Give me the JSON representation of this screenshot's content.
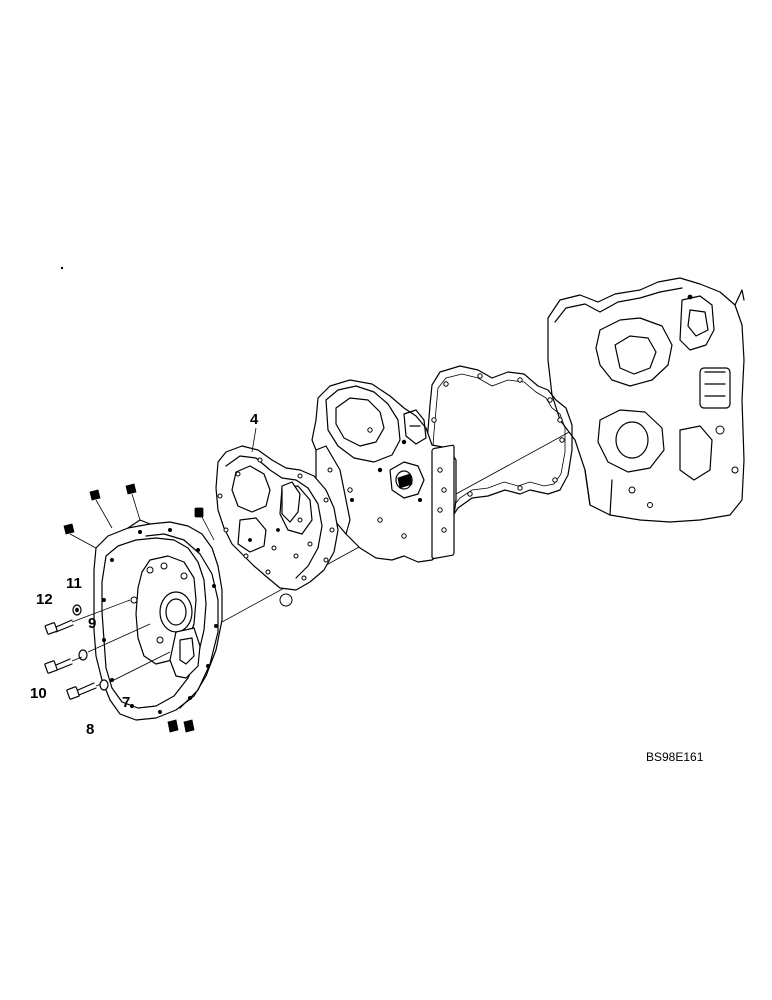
{
  "drawing_code": "BS98E161",
  "callouts": [
    {
      "id": "c4",
      "text": "4"
    },
    {
      "id": "c7",
      "text": "7"
    },
    {
      "id": "c8",
      "text": "8"
    },
    {
      "id": "c9",
      "text": "9"
    },
    {
      "id": "c10",
      "text": "10"
    },
    {
      "id": "c11",
      "text": "11"
    },
    {
      "id": "c12",
      "text": "12"
    }
  ]
}
